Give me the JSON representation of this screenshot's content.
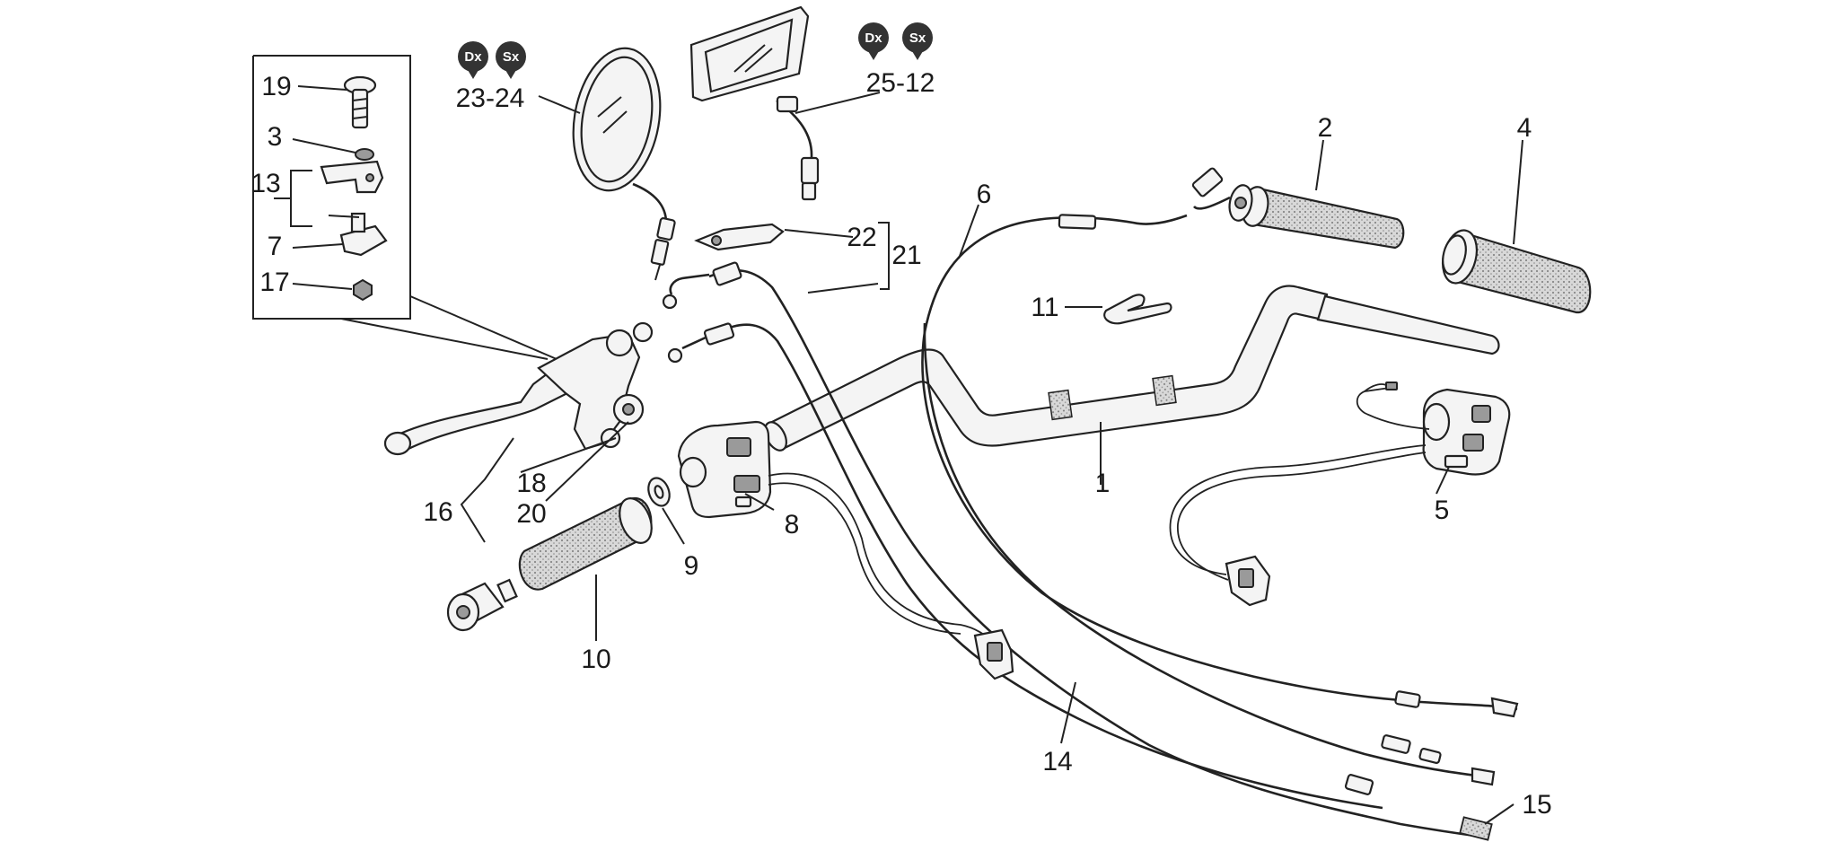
{
  "diagram": {
    "badges": {
      "dx": "Dx",
      "sx": "Sx"
    },
    "mirror_labels": {
      "left": "23-24",
      "right": "25-12"
    },
    "callouts": {
      "p1": "1",
      "p2": "2",
      "p3": "3",
      "p4": "4",
      "p5": "5",
      "p6": "6",
      "p7": "7",
      "p8": "8",
      "p9": "9",
      "p10": "10",
      "p11": "11",
      "p13": "13",
      "p14": "14",
      "p15": "15",
      "p16": "16",
      "p17": "17",
      "p18": "18",
      "p19": "19",
      "p20": "20",
      "p21": "21",
      "p22": "22"
    }
  }
}
